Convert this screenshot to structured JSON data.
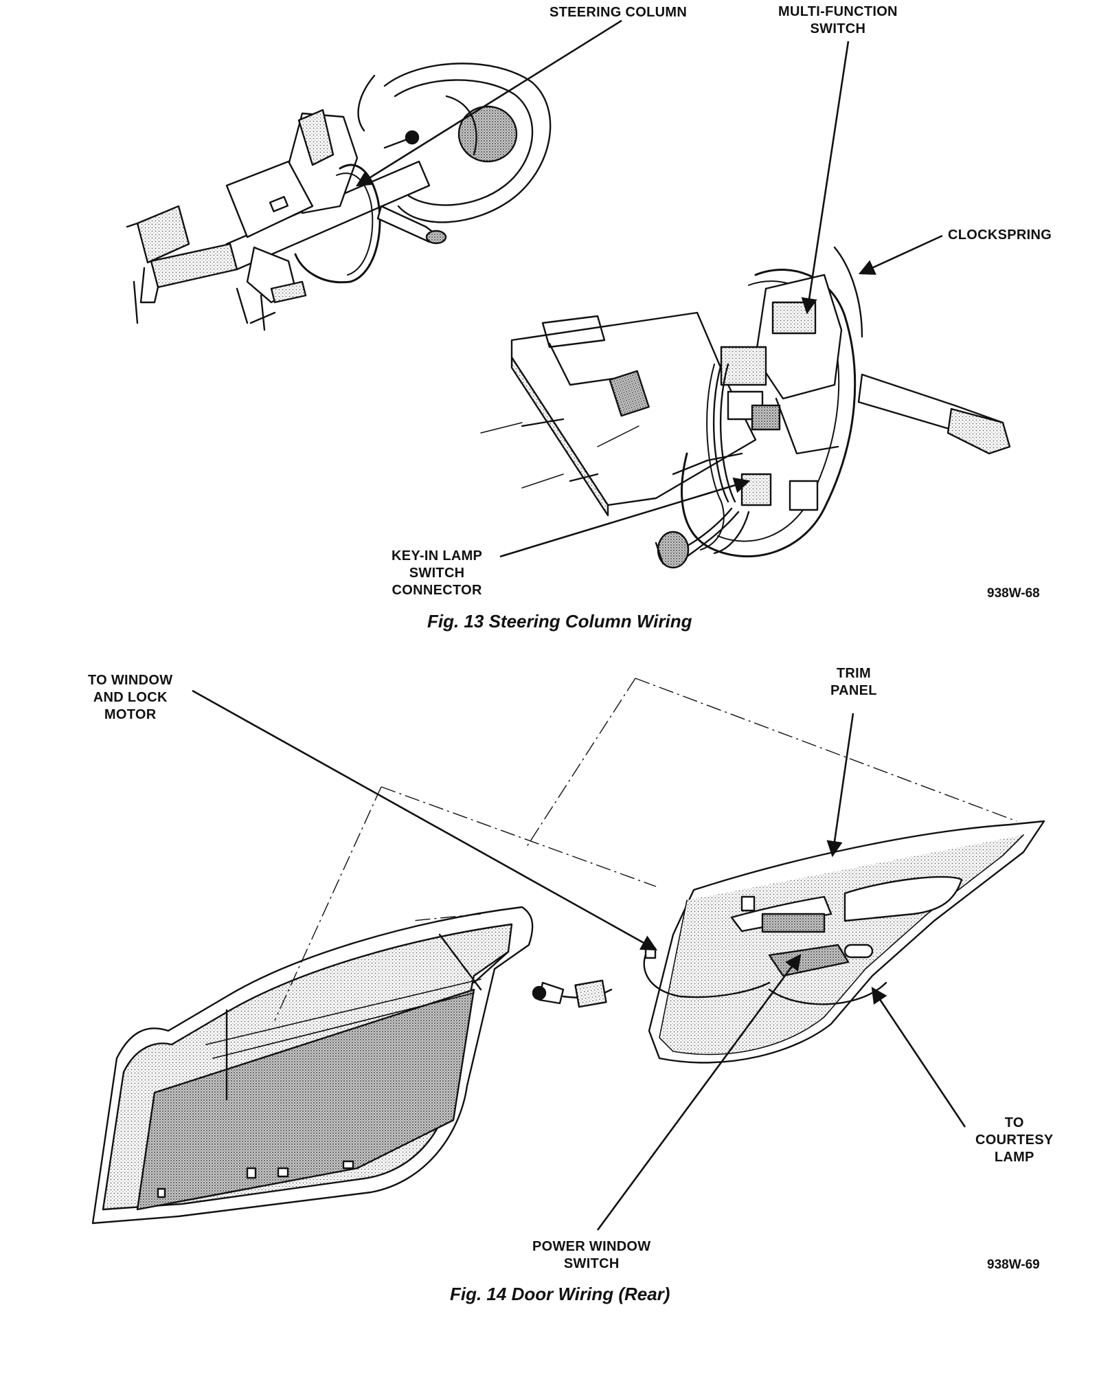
{
  "figure13": {
    "caption": "Fig. 13 Steering Column Wiring",
    "code": "938W-68",
    "labels": {
      "steering_column": [
        "STEERING COLUMN"
      ],
      "multi_function_switch": [
        "MULTI-FUNCTION",
        "SWITCH"
      ],
      "clockspring": [
        "CLOCKSPRING"
      ],
      "key_in_lamp": [
        "KEY-IN LAMP",
        "SWITCH",
        "CONNECTOR"
      ]
    }
  },
  "figure14": {
    "caption": "Fig. 14 Door Wiring (Rear)",
    "code": "938W-69",
    "labels": {
      "to_window_lock_motor": [
        "TO WINDOW",
        "AND LOCK",
        "MOTOR"
      ],
      "trim_panel": [
        "TRIM",
        "PANEL"
      ],
      "to_courtesy_lamp": [
        "TO",
        "COURTESY",
        "LAMP"
      ],
      "power_window_switch": [
        "POWER WINDOW",
        "SWITCH"
      ]
    }
  }
}
